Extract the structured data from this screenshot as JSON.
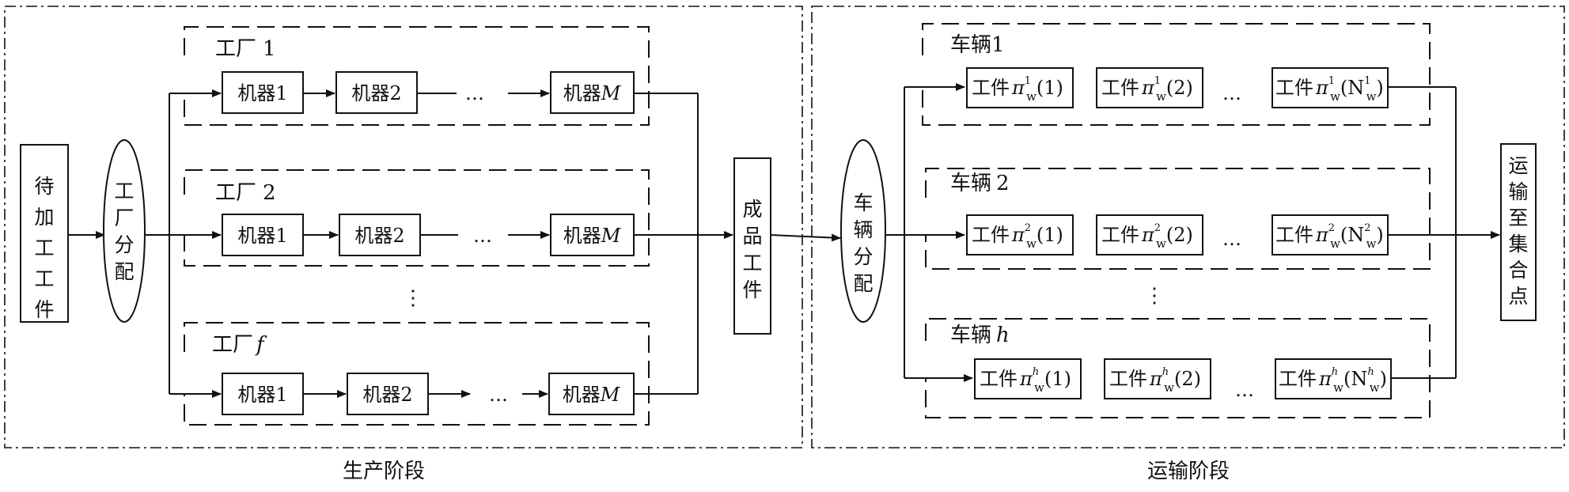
{
  "stages": {
    "production": "生产阶段",
    "transport": "运输阶段"
  },
  "input": {
    "chars": [
      "待",
      "加",
      "工",
      "工",
      "件"
    ]
  },
  "factory_assign": {
    "chars": [
      "工",
      "厂",
      "分",
      "配"
    ]
  },
  "factories": [
    {
      "name": "工厂",
      "index": "1"
    },
    {
      "name": "工厂",
      "index": "2"
    },
    {
      "name": "工厂",
      "index": "f"
    }
  ],
  "machine": {
    "prefix": "机器",
    "m1": "1",
    "m2": "2",
    "mM": "M"
  },
  "ellipsis": "…",
  "vellipsis": "⋮",
  "finished": {
    "chars": [
      "成",
      "品",
      "工",
      "件"
    ]
  },
  "vehicle_assign": {
    "chars": [
      "车",
      "辆",
      "分",
      "配"
    ]
  },
  "vehicles": [
    {
      "name": "车辆",
      "index": "1",
      "sup": "1"
    },
    {
      "name": "车辆",
      "index": "2",
      "sup": "2"
    },
    {
      "name": "车辆",
      "index": "h",
      "sup": "h"
    }
  ],
  "job": {
    "prefix": "工件",
    "pi": "π",
    "sub": "w",
    "arg1": "(1)",
    "arg2": "(2)",
    "argN_open": "(N",
    "argN_close": ")"
  },
  "destination": {
    "chars": [
      "运",
      "输",
      "至",
      "集",
      "合",
      "点"
    ]
  }
}
